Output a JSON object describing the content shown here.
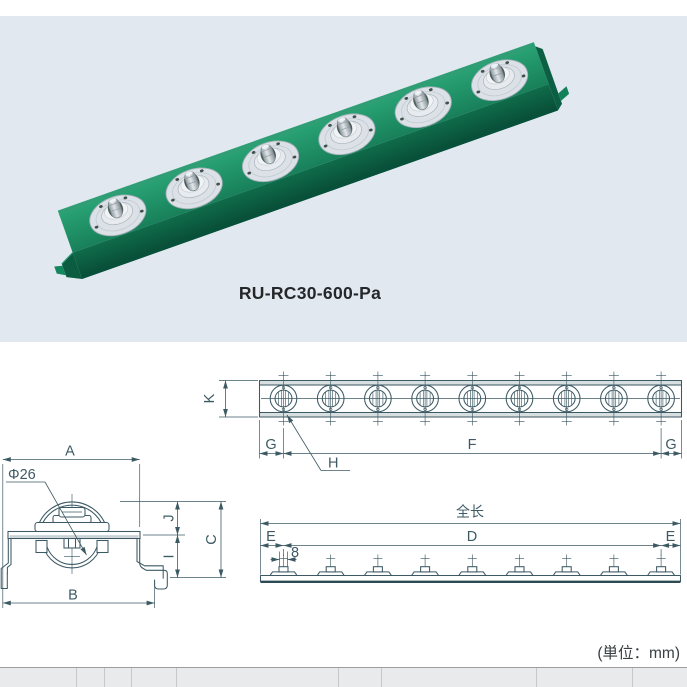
{
  "hero": {
    "caption": "RU-RC30-600-Pa",
    "background": "#e2e8f0",
    "product": {
      "rail_color": "#1a8159",
      "roller_flange_color": "#dbe1e7",
      "roller_count": 6
    }
  },
  "drawing": {
    "unit_note": "(単位：mm)",
    "line_color": "#3d5a64",
    "labels": {
      "A": "A",
      "dia": "Φ26",
      "B": "B",
      "C": "C",
      "J": "J",
      "I": "I",
      "K": "K",
      "G": "G",
      "F": "F",
      "H": "H",
      "total": "全长",
      "D": "D",
      "E": "E",
      "eight": "8"
    },
    "top_view_roller_count": 9,
    "side_view_roller_count": 9
  },
  "table": {
    "columns": [
      "",
      "",
      "",
      "",
      "",
      "",
      "",
      "",
      ""
    ]
  }
}
